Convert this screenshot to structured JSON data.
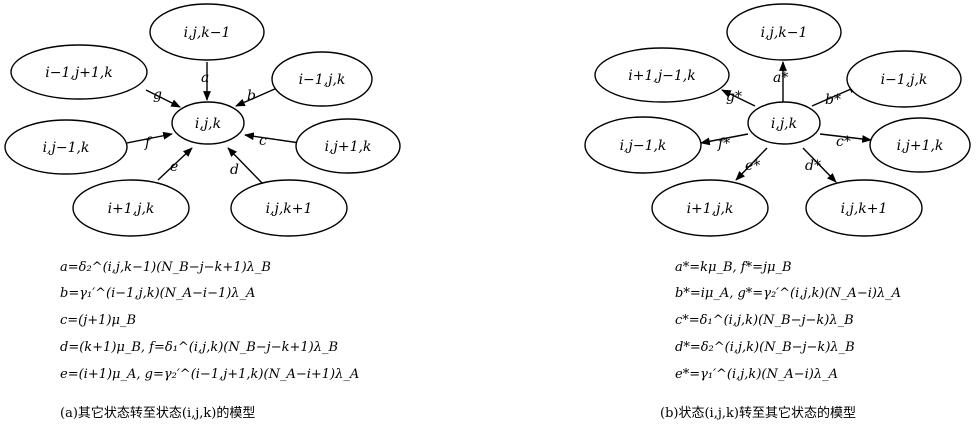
{
  "panel_a": {
    "center": "i,j,k",
    "nodes": {
      "top": "i,j,k−1",
      "top_left": "i−1,j+1,k",
      "top_right": "i−1,j,k",
      "left": "i,j−1,k",
      "right": "i,j+1,k",
      "bottom_left": "i+1,j,k",
      "bottom_right": "i,j,k+1"
    },
    "edges": {
      "top": "a",
      "top_right": "b",
      "right": "c",
      "bottom_right": "d",
      "bottom_left": "e",
      "left": "f",
      "top_left": "g"
    },
    "formulas": [
      "a=δ₂^(i,j,k−1)(N_B−j−k+1)λ_B",
      "b=γ₁′^(i−1,j,k)(N_A−i−1)λ_A",
      "c=(j+1)μ_B",
      "d=(k+1)μ_B,   f=δ₁^(i,j,k)(N_B−j−k+1)λ_B",
      "e=(i+1)μ_A,   g=γ₂′^(i−1,j+1,k)(N_A−i+1)λ_A"
    ],
    "caption": "(a)其它状态转至状态(i,j,k)的模型"
  },
  "panel_b": {
    "center": "i,j,k",
    "nodes": {
      "top": "i,j,k−1",
      "top_left": "i+1,j−1,k",
      "top_right": "i−1,j,k",
      "left": "i,j−1,k",
      "right": "i,j+1,k",
      "bottom_left": "i+1,j,k",
      "bottom_right": "i,j,k+1"
    },
    "edges": {
      "top": "a*",
      "top_right": "b*",
      "right": "c*",
      "bottom_right": "d*",
      "bottom_left": "e*",
      "left": "f*",
      "top_left": "g*"
    },
    "formulas": [
      "a*=kμ_B,   f*=jμ_B",
      "b*=iμ_A,   g*=γ₂′^(i,j,k)(N_A−i)λ_A",
      "c*=δ₁^(i,j,k)(N_B−j−k)λ_B",
      "d*=δ₂^(i,j,k)(N_B−j−k)λ_B",
      "e*=γ₁′^(i,j,k)(N_A−i)λ_A"
    ],
    "caption": "(b)状态(i,j,k)转至其它状态的模型"
  }
}
